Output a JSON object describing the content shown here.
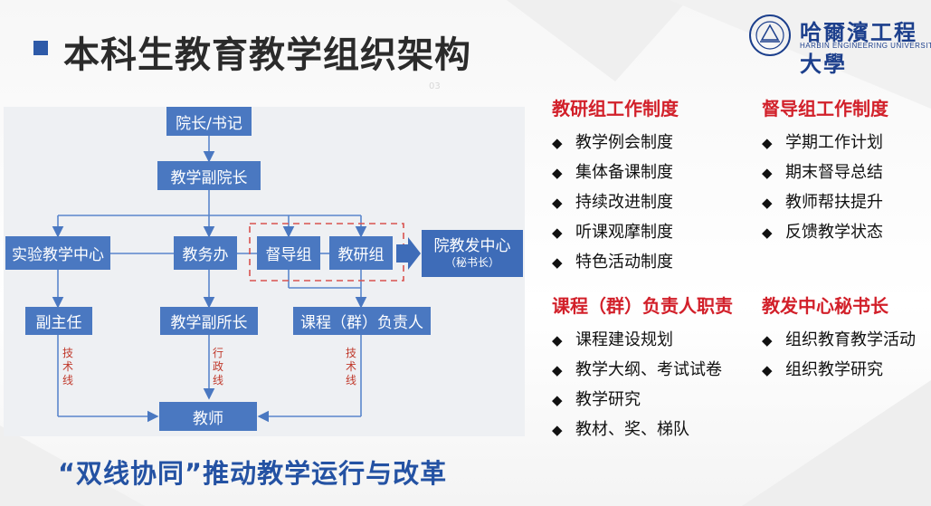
{
  "header": {
    "title": "本科生教育教学组织架构",
    "page_number": "03"
  },
  "logo": {
    "name_cn": "哈爾濱工程大學",
    "name_en": "HARBIN ENGINEERING UNIVERSITY"
  },
  "org_chart": {
    "nodes": {
      "dean": "院长/书记",
      "vice_dean": "教学副院长",
      "lab_center": "实验教学中心",
      "academic_office": "教务办",
      "supervision_group": "督导组",
      "teaching_research_group": "教研组",
      "dev_center": "院教发中心",
      "dev_center_sub": "（秘书长）",
      "deputy_director": "副主任",
      "vice_director": "教学副所长",
      "course_leader": "课程（群）负责人",
      "teacher": "教师"
    },
    "line_labels": {
      "left": [
        "技",
        "术",
        "线"
      ],
      "middle": [
        "行",
        "政",
        "线"
      ],
      "right": [
        "技",
        "术",
        "线"
      ]
    }
  },
  "sections": {
    "teaching_research": {
      "title": "教研组工作制度",
      "items": [
        "教学例会制度",
        "集体备课制度",
        "持续改进制度",
        "听课观摩制度",
        "特色活动制度"
      ]
    },
    "supervision": {
      "title": "督导组工作制度",
      "items": [
        "学期工作计划",
        "期末督导总结",
        "教师帮扶提升",
        "反馈教学状态"
      ]
    },
    "course_leader": {
      "title": "课程（群）负责人职责",
      "items": [
        "课程建设规划",
        "教学大纲、考试试卷",
        "教学研究",
        "教材、奖、梯队"
      ]
    },
    "dev_center": {
      "title": "教发中心秘书长",
      "items": [
        "组织教育教学活动",
        "组织教学研究"
      ]
    }
  },
  "slogan": "“双线协同”推动教学运行与改革",
  "colors": {
    "node_blue": "#4a78c1",
    "accent_red": "#d2202a",
    "title_blue": "#2452a3",
    "bullet_blue": "#2e5aa8"
  },
  "icons": {
    "list_bullet": "diamond-bullet-icon",
    "title_bullet": "square-bullet-icon",
    "arrow": "block-arrow-right-icon"
  }
}
